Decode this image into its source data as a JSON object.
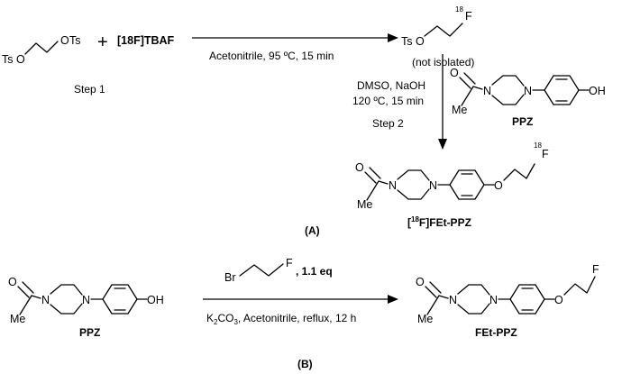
{
  "sectionA": {
    "label": "(A)",
    "step1": {
      "reagent": "[18F]TBAF",
      "conditions": "Acetonitrile, 95 ºC, 15 min",
      "label": "Step 1",
      "product_note": "(not isolated)"
    },
    "step2": {
      "cond_line1": "DMSO, NaOH",
      "cond_line2": "120 ºC, 15 min",
      "label": "Step 2",
      "reagent_name": "PPZ"
    },
    "product_name": "[18F]FEt-PPZ"
  },
  "sectionB": {
    "label": "(B)",
    "sm_name": "PPZ",
    "reagent_eq": ", 1.1 eq",
    "conditions": "K2CO3, Acetonitrile, reflux, 12 h",
    "product_name": "FEt-PPZ"
  },
  "atoms": {
    "ts": "Ts",
    "o": "O",
    "f": "F",
    "n": "N",
    "oh": "OH",
    "me": "Me",
    "br": "Br",
    "isotope": "18",
    "plus": "+"
  }
}
